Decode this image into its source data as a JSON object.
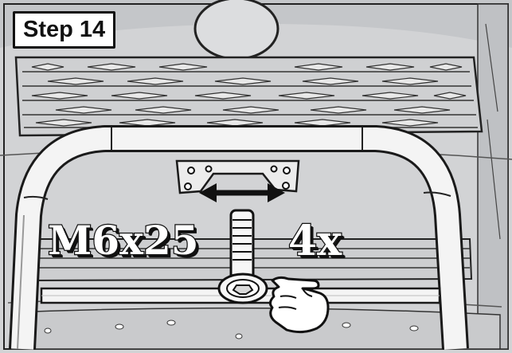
{
  "step": {
    "label": "Step 14"
  },
  "hardware": {
    "bolt_size": "M6x25",
    "quantity": "4x"
  },
  "icons": [
    "double-arrow-icon",
    "bolt-icon",
    "pointing-hand-icon"
  ]
}
